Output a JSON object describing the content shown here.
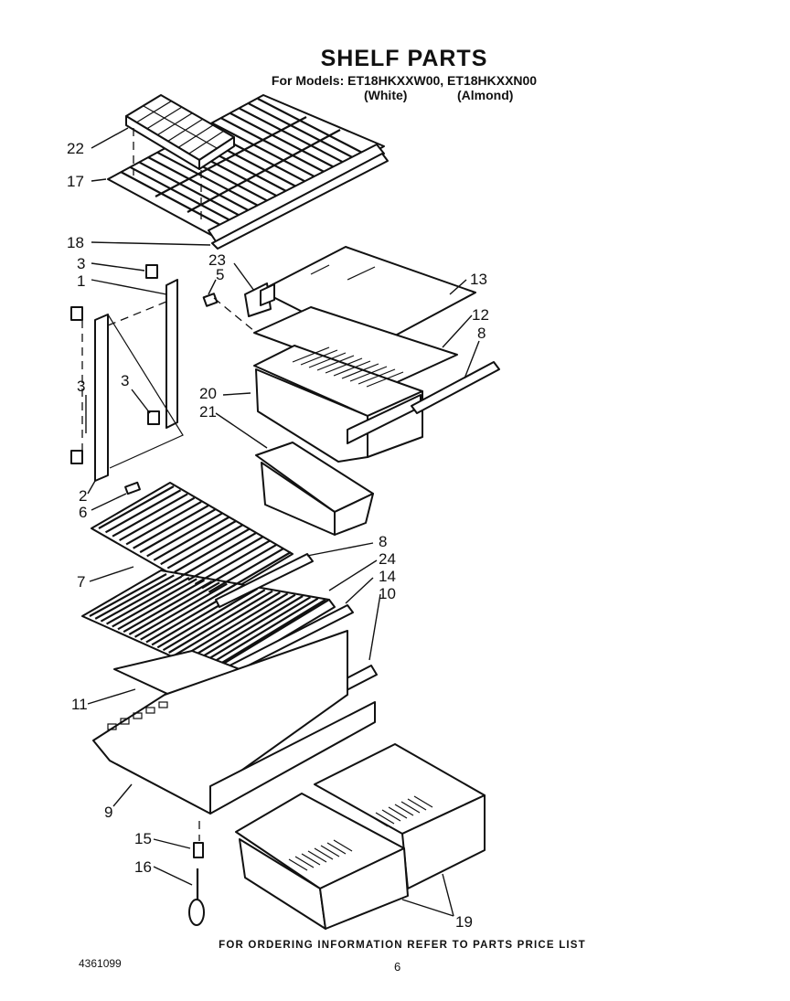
{
  "header": {
    "title": "SHELF PARTS",
    "models": "For Models: ET18HKXXW00, ET18HKXXN00",
    "color_white": "(White)",
    "color_almond": "(Almond)"
  },
  "callouts": {
    "c22": "22",
    "c17": "17",
    "c18": "18",
    "c23": "23",
    "c3a": "3",
    "c5": "5",
    "c1": "1",
    "c13": "13",
    "c12": "12",
    "c8a": "8",
    "c3b": "3",
    "c3c": "3",
    "c20": "20",
    "c21": "21",
    "c2": "2",
    "c6": "6",
    "c8b": "8",
    "c24": "24",
    "c14": "14",
    "c7": "7",
    "c10": "10",
    "c11": "11",
    "c9": "9",
    "c15": "15",
    "c16": "16",
    "c19": "19"
  },
  "footer": {
    "note": "FOR ORDERING INFORMATION REFER TO PARTS PRICE LIST",
    "doc_number": "4361099",
    "page_number": "6"
  }
}
